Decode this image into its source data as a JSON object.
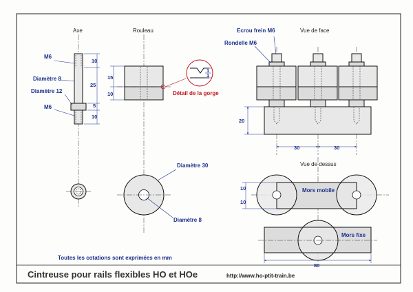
{
  "views": {
    "axe": "Axe",
    "rouleau": "Rouleau",
    "vue_de_face": "Vue de face",
    "vue_de_dessus": "Vue de dessus"
  },
  "labels": {
    "m6_top": "M6",
    "diametre8_axe": "Diamètre 8",
    "diametre12": "Diamètre 12",
    "m6_bottom": "M6",
    "ecrou_frein": "Ecrou frein M6",
    "rondelle": "Rondelle M6",
    "detail_gorge": "Détail de la gorge",
    "diametre30": "Diamètre 30",
    "diametre8_roll": "Diamètre 8",
    "mors_mobile": "Mors mobile",
    "mors_fixe": "Mors fixe"
  },
  "dimensions": {
    "axe_top": "10",
    "axe_mid": "25",
    "axe_collar": "5",
    "axe_bottom": "10",
    "roll_h1": "15",
    "roll_h2": "10",
    "gorge_1a": "1",
    "gorge_1b": "1",
    "base_h": "20",
    "spacing_1": "30",
    "spacing_2": "30",
    "top_10a": "10",
    "top_10b": "10",
    "width_80": "80"
  },
  "note": "Toutes les cotations sont exprimées en mm",
  "title": "Cintreuse pour rails flexibles HO et HOe",
  "url": "http://www.ho-ptit-train.be"
}
